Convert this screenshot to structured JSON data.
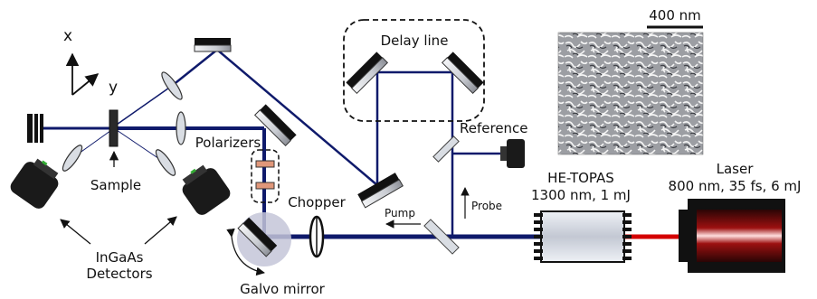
{
  "labels": {
    "scale_bar": "400 nm",
    "delay_line": "Delay line",
    "reference": "Reference",
    "polarizers": "Polarizers",
    "chopper": "Chopper",
    "pump": "Pump",
    "probe": "Probe",
    "sample": "Sample",
    "detectors_line1": "InGaAs",
    "detectors_line2": "Detectors",
    "galvo_mirror": "Galvo mirror",
    "topas_line1": "HE-TOPAS",
    "topas_line2": "1300 nm, 1 mJ",
    "laser_line1": "Laser",
    "laser_line2": "800 nm, 35 fs, 6 mJ",
    "axis_x": "x",
    "axis_y": "y"
  },
  "colors": {
    "beam_main": "#0f1a6b",
    "beam_laser": "#d40000",
    "optic_fill": "#d9dde3",
    "optic_stroke": "#333333",
    "detector_body": "#1a1a1a",
    "galvo_disk": "#c4c6d8"
  }
}
